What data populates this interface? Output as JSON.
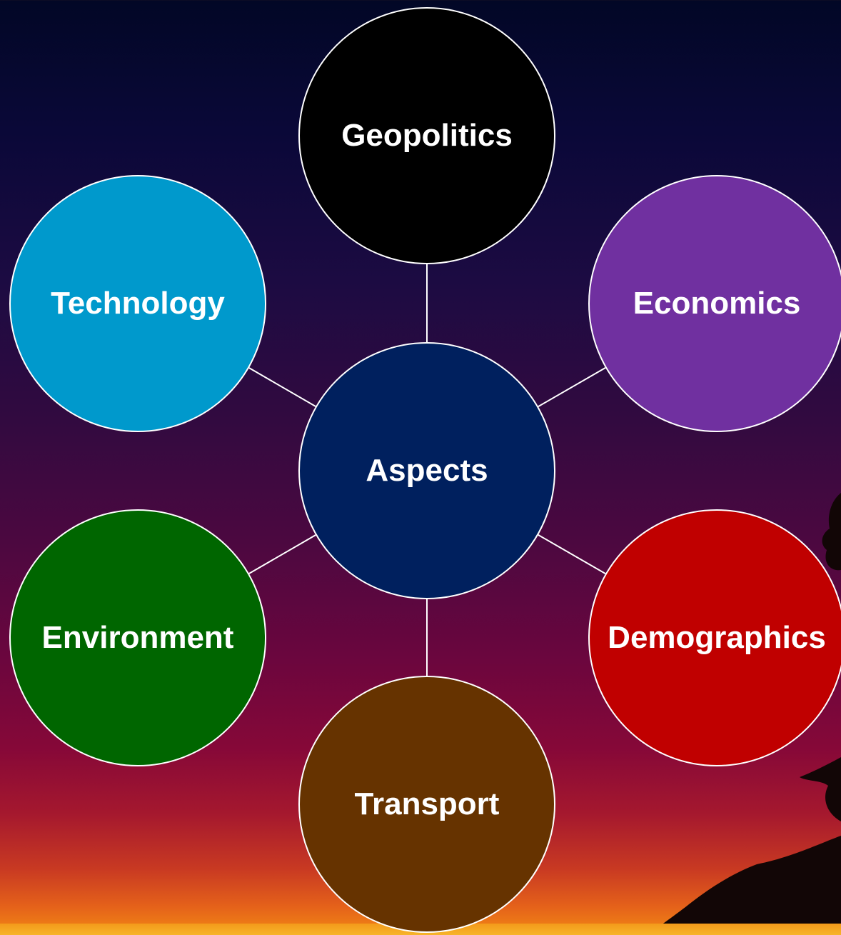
{
  "diagram": {
    "center": {
      "label": "Aspects",
      "color": "#00205e"
    },
    "nodes": [
      {
        "id": "geopolitics",
        "label": "Geopolitics",
        "color": "#000000"
      },
      {
        "id": "economics",
        "label": "Economics",
        "color": "#7030a0"
      },
      {
        "id": "demographics",
        "label": "Demographics",
        "color": "#c00000"
      },
      {
        "id": "transport",
        "label": "Transport",
        "color": "#663300"
      },
      {
        "id": "environment",
        "label": "Environment",
        "color": "#006600"
      },
      {
        "id": "technology",
        "label": "Technology",
        "color": "#0099cc"
      }
    ],
    "connector_color": "#ffffff"
  }
}
